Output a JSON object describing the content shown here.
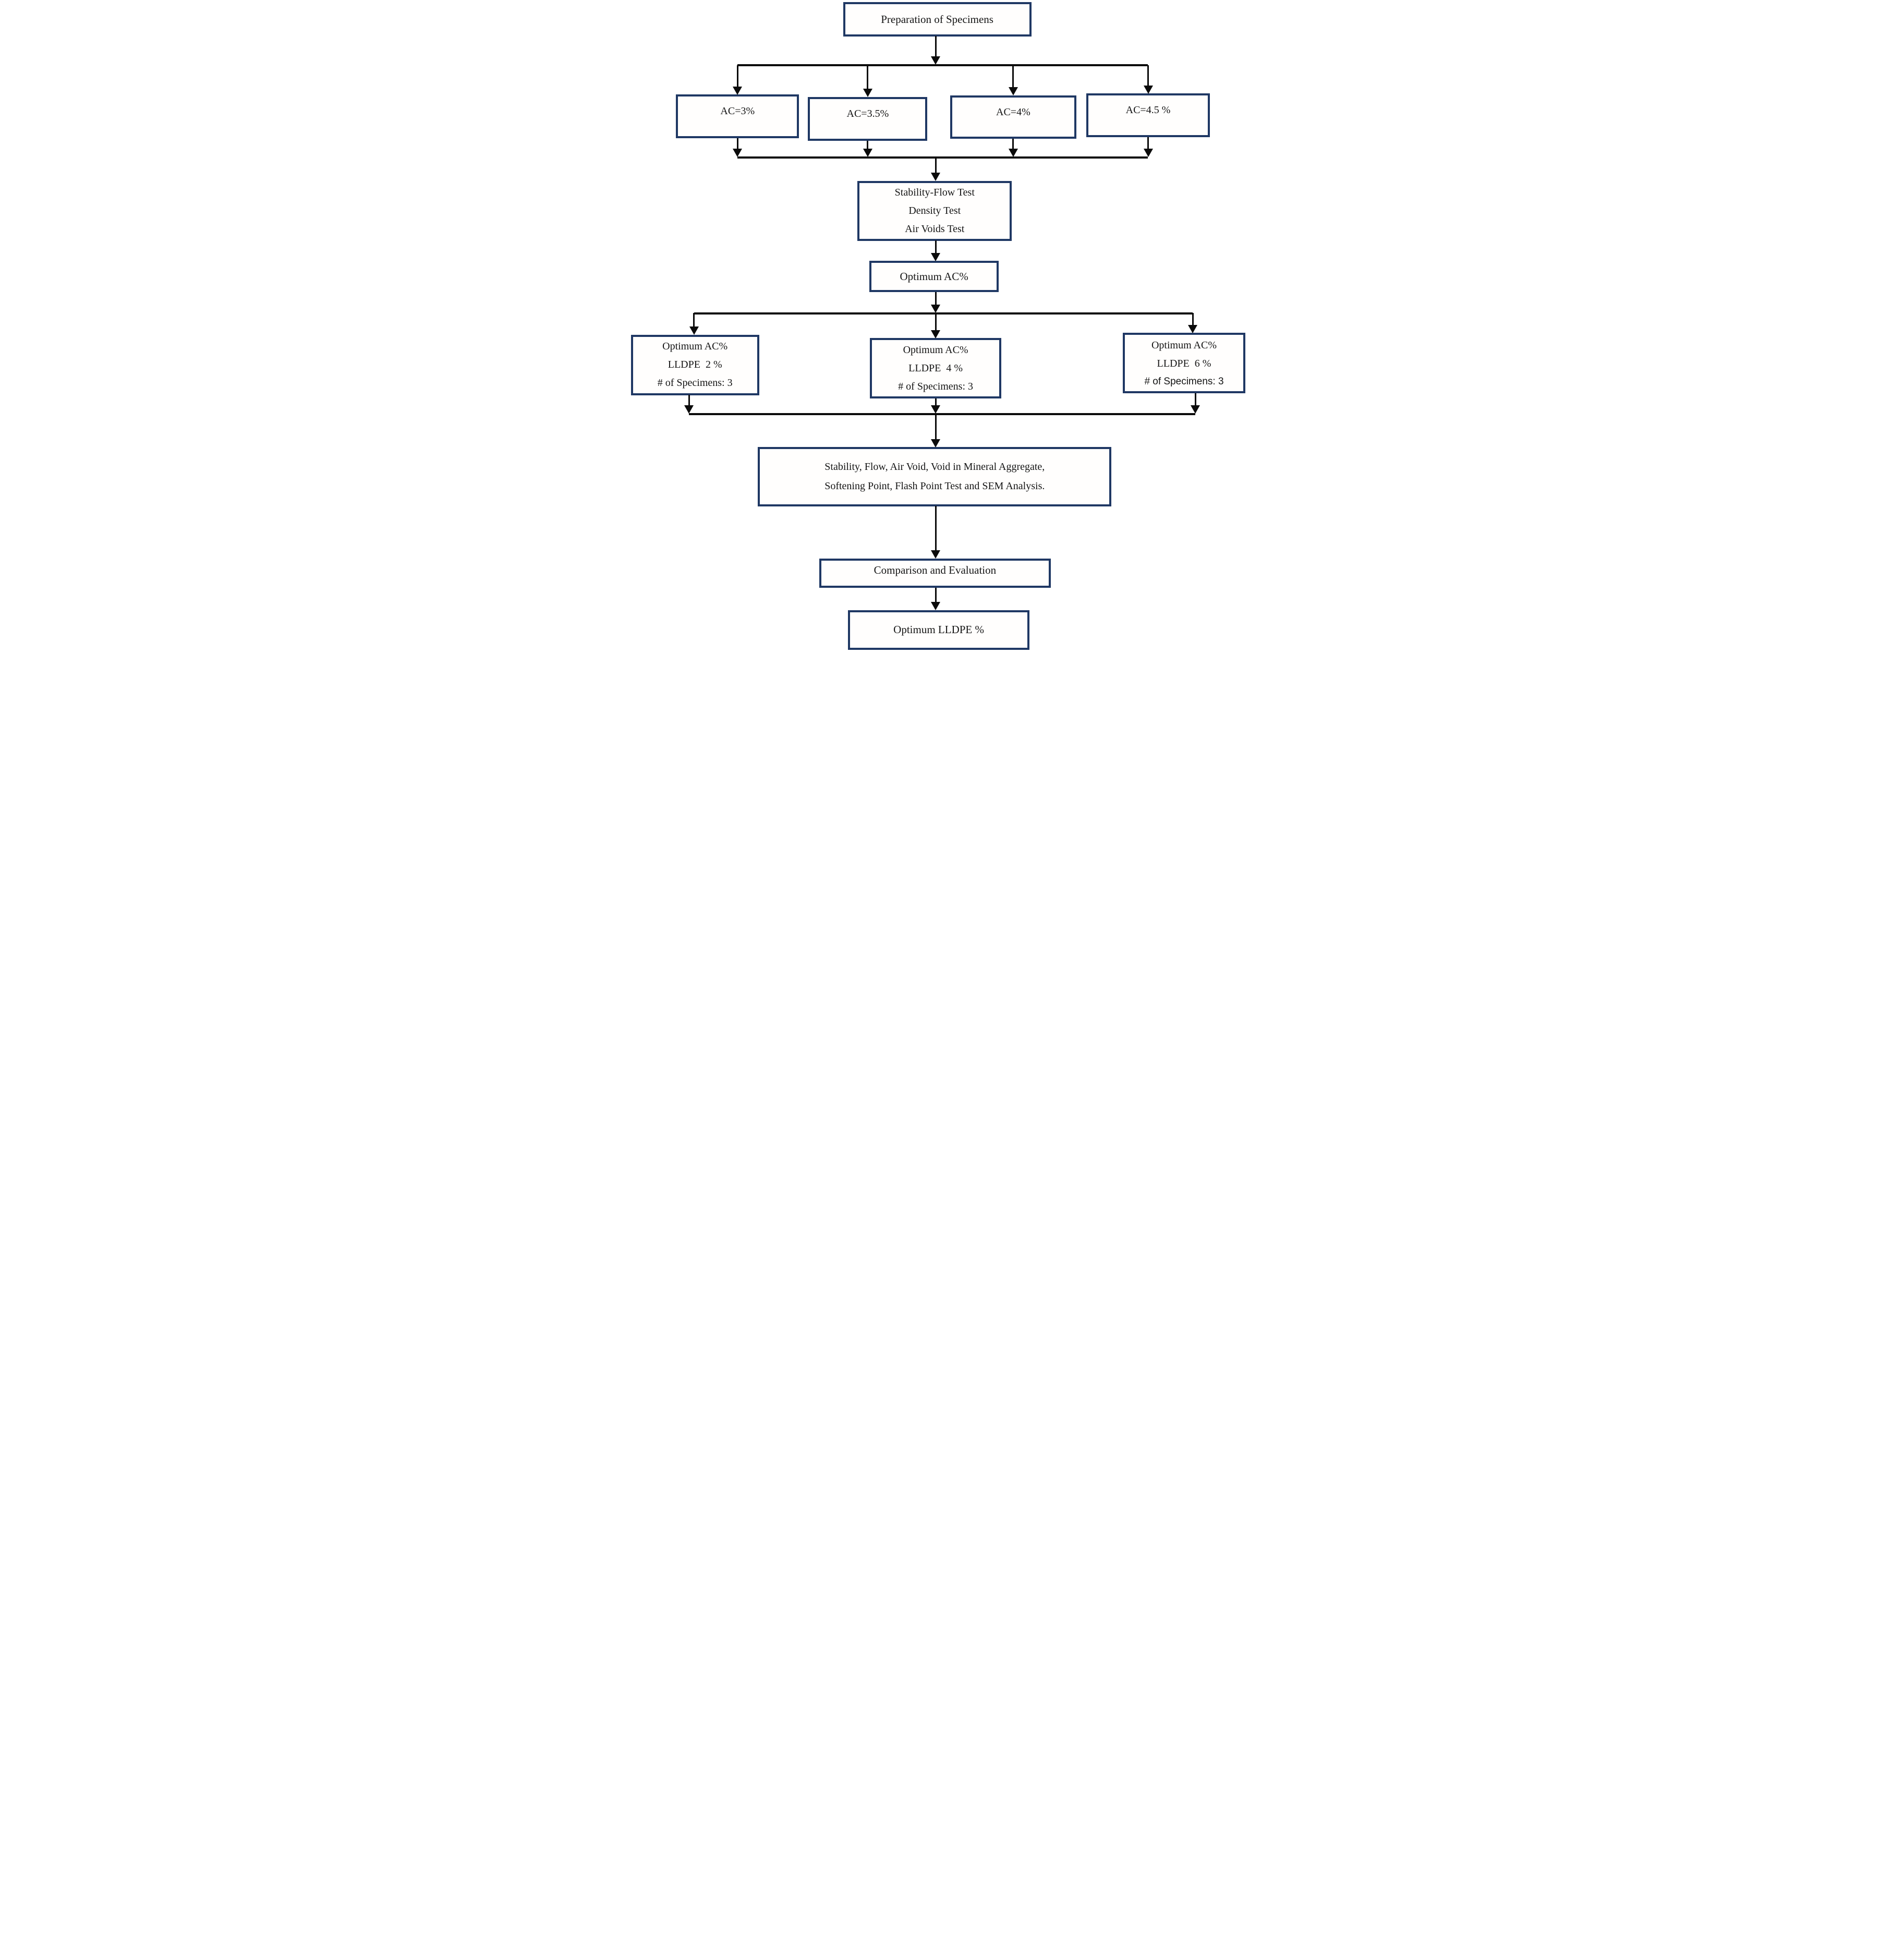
{
  "diagram": {
    "preparation_box": {
      "label": "Preparation of Specimens"
    },
    "ac_boxes": [
      {
        "label": "AC=3%"
      },
      {
        "label": "AC=3.5%"
      },
      {
        "label": "AC=4%"
      },
      {
        "label": "AC=4.5 %"
      }
    ],
    "tests_box": {
      "lines": [
        "Stability-Flow Test",
        "Density Test",
        "Air Voids Test"
      ]
    },
    "optimum_ac_box": {
      "label": "Optimum AC%"
    },
    "lldpe_boxes": [
      {
        "lines": [
          "Optimum AC%",
          "LLDPE  2 %",
          "# of Specimens: 3"
        ]
      },
      {
        "lines": [
          "Optimum AC%",
          "LLDPE  4 %",
          "# of Specimens: 3"
        ]
      },
      {
        "lines": [
          "Optimum AC%",
          "LLDPE  6 %",
          "# of Specimens: 3"
        ]
      }
    ],
    "analysis_box": {
      "lines": [
        "Stability, Flow, Air Void, Void in Mineral Aggregate,",
        "Softening Point, Flash Point Test and SEM Analysis."
      ]
    },
    "comparison_box": {
      "label": "Comparison and Evaluation"
    },
    "optimum_lldpe_box": {
      "label": "Optimum LLDPE %"
    },
    "colors": {
      "box_border": "#1f3864",
      "connector": "#0b0b0b",
      "text": "#141414",
      "background": "#ffffff"
    }
  }
}
